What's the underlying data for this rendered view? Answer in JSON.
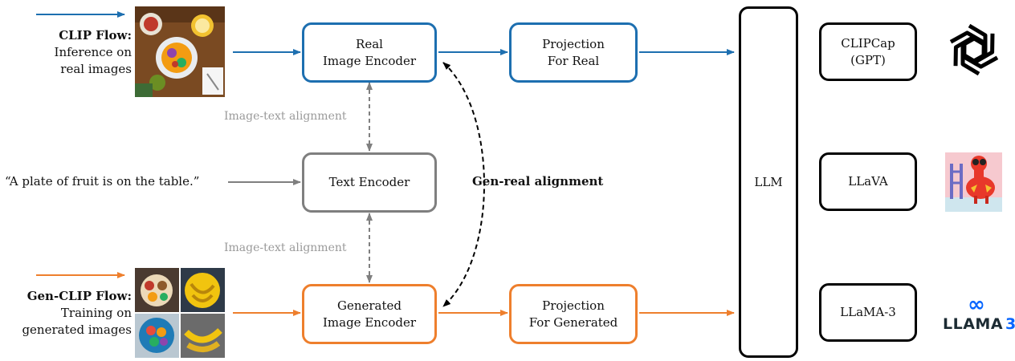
{
  "flows": {
    "clip": {
      "title": "CLIP Flow:",
      "line1": "Inference on",
      "line2": "real images"
    },
    "gen_clip": {
      "title": "Gen-CLIP Flow:",
      "line1": "Training on",
      "line2": "generated images"
    }
  },
  "boxes": {
    "real_encoder": "Real\nImage Encoder",
    "text_encoder": "Text Encoder",
    "gen_encoder": "Generated\nImage Encoder",
    "proj_real": "Projection\nFor Real",
    "proj_gen": "Projection\nFor Generated",
    "llm": "LLM",
    "clipcap": "CLIPCap\n(GPT)",
    "llava": "LLaVA",
    "llama3": "LLaMA-3"
  },
  "labels": {
    "caption": "“A plate of fruit is on the table.”",
    "image_text_alignment_top": "Image-text alignment",
    "image_text_alignment_bottom": "Image-text alignment",
    "gen_real_alignment": "Gen-real alignment",
    "llama_logo_text": "LLAMA",
    "llama_logo_num": "3",
    "meta_logo": "∞"
  },
  "colors": {
    "blue": "#1d6fb0",
    "gray": "#7f7f7f",
    "orange": "#ee7f2d",
    "black": "#000000"
  },
  "icons": [
    "openai-logo-icon",
    "llava-mascot-icon",
    "meta-llama3-logo-icon"
  ]
}
